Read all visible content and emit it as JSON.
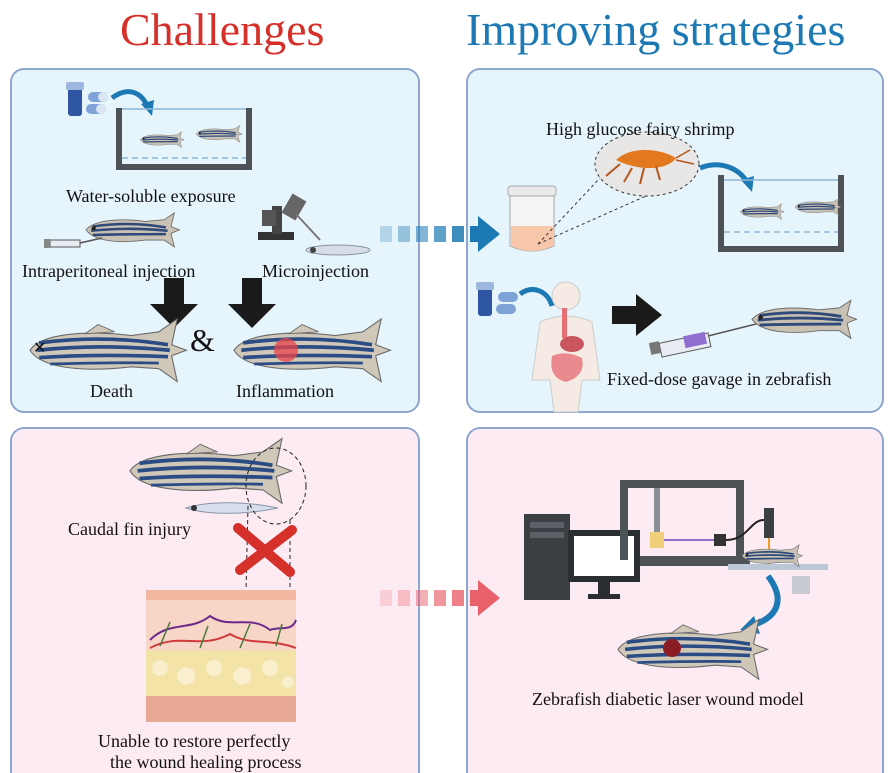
{
  "titles": {
    "challenges": "Challenges",
    "improving": "Improving strategies"
  },
  "challenges_panel": {
    "water": "Water-soluble exposure",
    "intraperitoneal": "Intraperitoneal injection",
    "microinjection": "Microinjection",
    "ampersand": "&",
    "death": "Death",
    "inflammation": "Inflammation",
    "caudal": "Caudal fin injury",
    "unable_line1": "Unable to restore perfectly",
    "unable_line2": "the wound healing process"
  },
  "strategies_panel": {
    "shrimp": "High glucose fairy shrimp",
    "gavage": "Fixed-dose gavage in zebrafish",
    "laser": "Zebrafish diabetic laser wound model"
  },
  "colors": {
    "challenges_title": "#d6302b",
    "strategies_title": "#1d79b4",
    "blue_panel": "#e6f4fb",
    "pink_panel": "#fdebf3",
    "panel_border": "#8fa6cf",
    "blue_arrow": "#1d79b4",
    "red_arrow": "#e8606a"
  },
  "icons": [
    "pill-bottle-icon",
    "capsule-icon",
    "fish-tank-icon",
    "zebrafish-icon",
    "syringe-icon",
    "microinjector-icon",
    "larva-icon",
    "down-arrow-icon",
    "skin-tissue-icon",
    "cross-mark-icon",
    "jar-icon",
    "shrimp-icon",
    "human-body-icon",
    "computer-icon",
    "laser-device-icon",
    "wound-fish-icon"
  ]
}
